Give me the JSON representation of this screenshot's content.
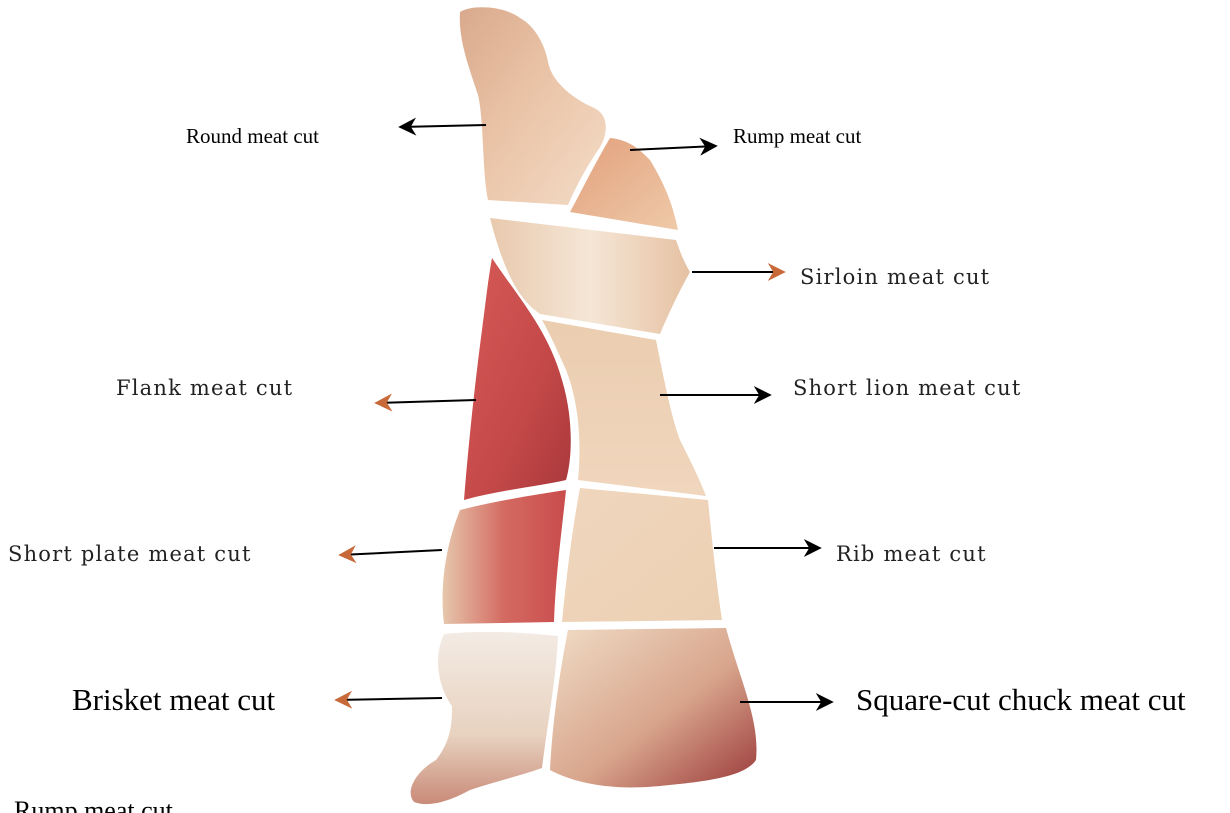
{
  "labels": {
    "round": "Round meat cut",
    "rump": "Rump meat cut",
    "sirloin": "Sirloin meat cut",
    "flank": "Flank meat cut",
    "short_loin": "Short lion meat cut",
    "short_plate": "Short plate meat cut",
    "rib": "Rib meat cut",
    "brisket": "Brisket meat cut",
    "chuck": "Square-cut chuck meat cut",
    "partial": "Rump meat cut"
  },
  "colors": {
    "fat": "#ead1b4",
    "fat_light": "#f2e2cf",
    "lean": "#d0504f",
    "lean_dark": "#a83a3b",
    "bone": "#f1ece6",
    "arrow": "#000000",
    "arrow_tip_accent": "#c8693a"
  }
}
